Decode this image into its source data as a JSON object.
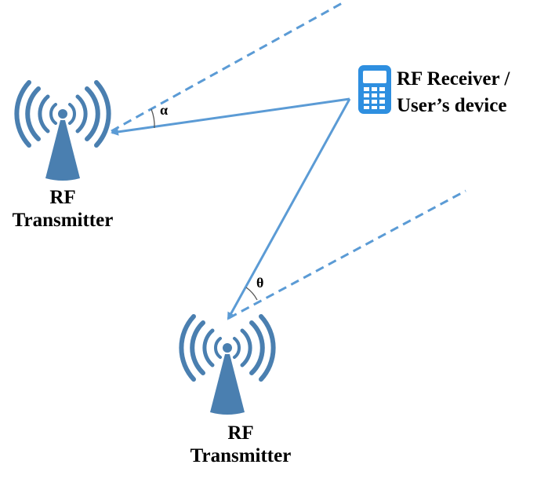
{
  "transmitter_top": {
    "label_lines": [
      "RF",
      "Transmitter"
    ]
  },
  "transmitter_bottom": {
    "label_lines": [
      "RF",
      "Transmitter"
    ]
  },
  "receiver": {
    "label_lines": [
      "RF Receiver /",
      "User’s device"
    ]
  },
  "angles": {
    "alpha": "α",
    "theta": "θ"
  },
  "colors": {
    "line": "#5b9bd5",
    "tower": "#4a7fb0",
    "phone_body": "#2e8fe0",
    "text": "#000000"
  },
  "icons": [
    "antenna-tower-icon",
    "mobile-phone-icon",
    "arrowhead-icon"
  ]
}
